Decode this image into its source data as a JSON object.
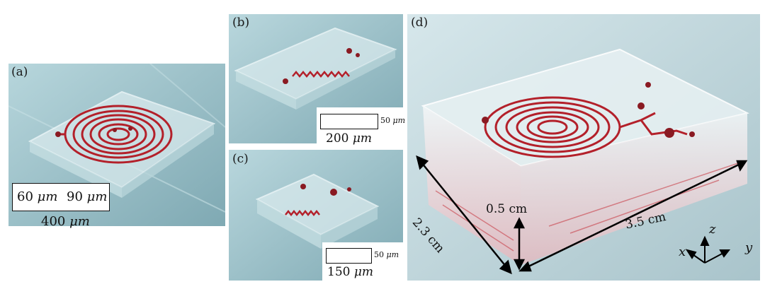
{
  "panels": {
    "a": {
      "tag": "(a)",
      "scale_left": "60",
      "scale_left_unit": "μm",
      "scale_right": "90",
      "scale_right_unit": "μm",
      "scale_bottom": "400",
      "scale_bottom_unit": "μm"
    },
    "b": {
      "tag": "(b)",
      "scale_height": "50",
      "scale_height_unit": "μm",
      "scale_width": "200",
      "scale_width_unit": "μm"
    },
    "c": {
      "tag": "(c)",
      "scale_height": "50",
      "scale_height_unit": "μm",
      "scale_width": "150",
      "scale_width_unit": "μm"
    },
    "d": {
      "tag": "(d)",
      "dim_depth": "2.3 cm",
      "dim_height": "0.5 cm",
      "dim_length": "3.5 cm",
      "axis_x": "x",
      "axis_y": "y",
      "axis_z": "z"
    }
  },
  "colors": {
    "background_blue": "#9fc4cc",
    "channel_red": "#b3202a",
    "glass": "#e8f3f5"
  }
}
